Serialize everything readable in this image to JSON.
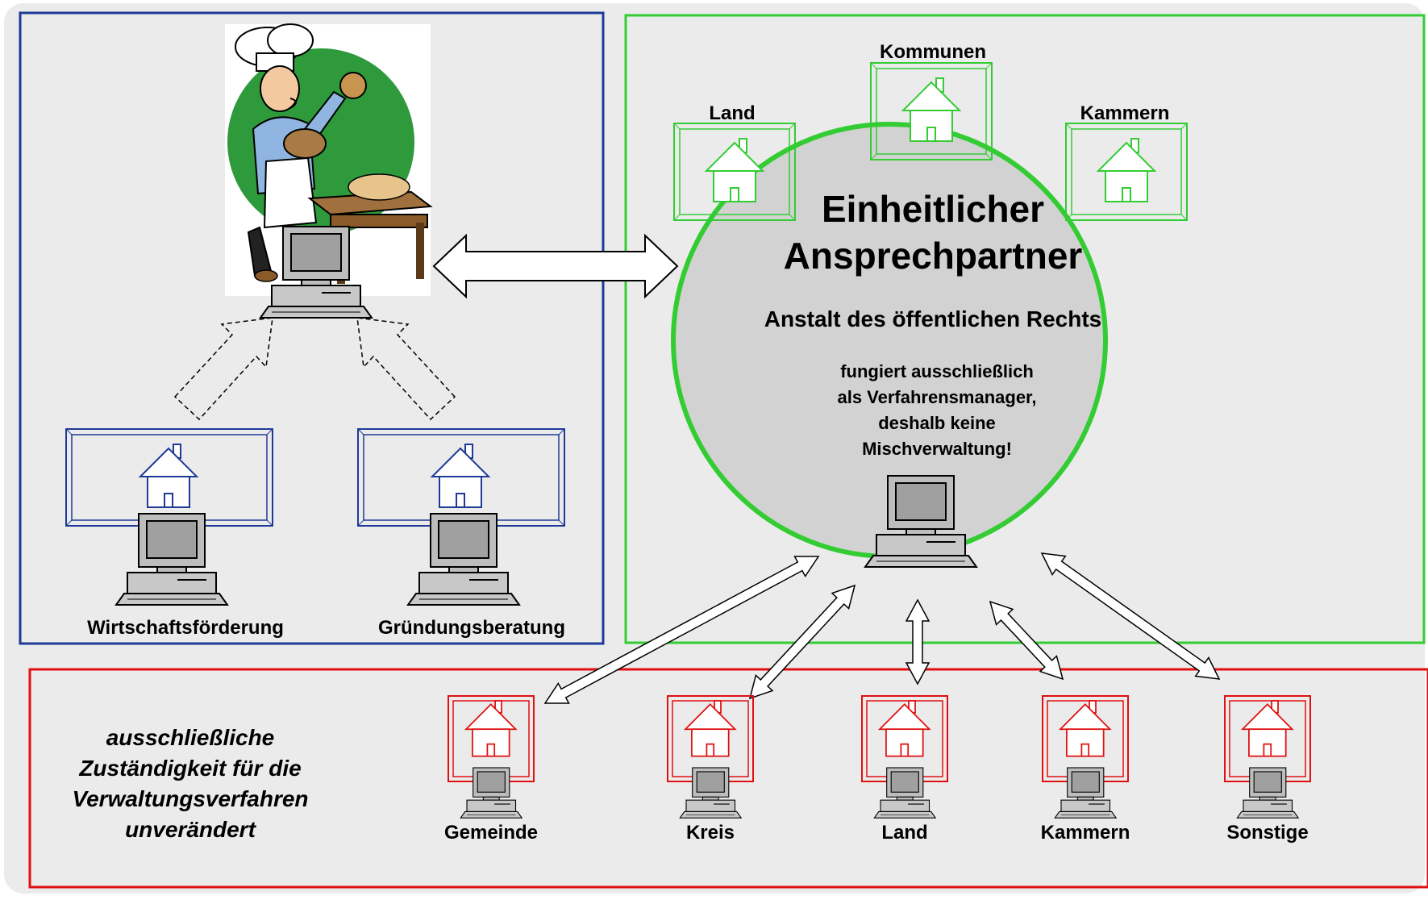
{
  "colors": {
    "blue": "#1e3a96",
    "green": "#33cc33",
    "red": "#e01010",
    "background": "#ebebeb",
    "circle_fill": "#d2d2d2"
  },
  "left_panel": {
    "baker_icon": "baker-with-bread-icon",
    "offices": [
      {
        "label": "Wirtschaftsförderung"
      },
      {
        "label": "Gründungsberatung"
      }
    ]
  },
  "center": {
    "title_line1": "Einheitlicher",
    "title_line2": "Ansprechpartner",
    "subtitle": "Anstalt des öffentlichen Rechts",
    "note_lines": [
      "fungiert ausschließlich",
      "als Verfahrensmanager,",
      "deshalb keine",
      "Mischverwaltung!"
    ],
    "bodies": [
      {
        "label": "Land"
      },
      {
        "label": "Kommunen"
      },
      {
        "label": "Kammern"
      }
    ]
  },
  "bottom_panel": {
    "note_lines": [
      "ausschließliche",
      "Zuständigkeit für die",
      "Verwaltungsverfahren",
      "unverändert"
    ],
    "authorities": [
      {
        "label": "Gemeinde"
      },
      {
        "label": "Kreis"
      },
      {
        "label": "Land"
      },
      {
        "label": "Kammern"
      },
      {
        "label": "Sonstige"
      }
    ]
  }
}
